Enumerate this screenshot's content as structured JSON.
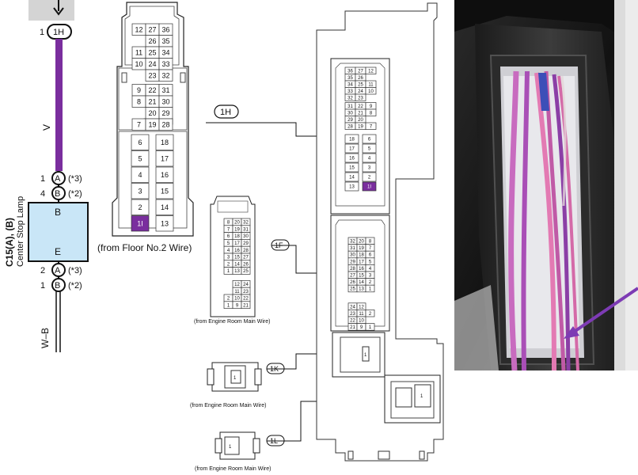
{
  "schematic": {
    "top_pin": "1",
    "top_connector": "1H",
    "wire_color_upper": "V",
    "pin_a_upper": "1",
    "conn_a": "A",
    "note_3": "(*3)",
    "pin_b_upper": "4",
    "conn_b": "B",
    "note_2": "(*2)",
    "lamp_terminal_top": "B",
    "lamp_terminal_bottom": "E",
    "lamp_id": "C15(A), (B)",
    "lamp_name": "Center Stop Lamp",
    "pin_a_lower": "2",
    "pin_b_lower": "1",
    "wire_color_lower": "W–B",
    "wire_color_upper_hex": "#7a2e9e",
    "lamp_fill_hex": "#c9e6f7"
  },
  "connector_1h": {
    "cavities_top": [
      [
        "12",
        "27",
        "36"
      ],
      [
        "",
        "26",
        "35"
      ],
      [
        "11",
        "25",
        "34"
      ],
      [
        "10",
        "24",
        "33"
      ],
      [
        "",
        "23",
        "32"
      ],
      [
        "9",
        "22",
        "31"
      ],
      [
        "8",
        "21",
        "30"
      ],
      [
        "",
        "20",
        "29"
      ],
      [
        "7",
        "19",
        "28"
      ]
    ],
    "cavities_bottom": [
      [
        "6",
        "18"
      ],
      [
        "5",
        "17"
      ],
      [
        "4",
        "16"
      ],
      [
        "3",
        "15"
      ],
      [
        "2",
        "14"
      ],
      [
        "1I",
        "13"
      ]
    ],
    "source": "(from Floor No.2 Wire)"
  },
  "labels": {
    "callout_1h": "1H",
    "callout_1f": "1F",
    "callout_1k": "1K",
    "callout_1l": "1L",
    "from_engine_room": "(from Engine Room Main Wire)"
  },
  "block_1h_small": {
    "top": [
      [
        "36",
        "27",
        "12"
      ],
      [
        "35",
        "26",
        ""
      ],
      [
        "34",
        "25",
        "11"
      ],
      [
        "33",
        "24",
        "10"
      ],
      [
        "32",
        "23",
        ""
      ],
      [
        "31",
        "22",
        "9"
      ],
      [
        "30",
        "21",
        "8"
      ],
      [
        "29",
        "20",
        ""
      ],
      [
        "28",
        "19",
        "7"
      ]
    ],
    "bottom": [
      [
        "18",
        "6"
      ],
      [
        "17",
        "5"
      ],
      [
        "16",
        "4"
      ],
      [
        "15",
        "3"
      ],
      [
        "14",
        "2"
      ],
      [
        "13",
        "1I"
      ]
    ]
  },
  "connector_1f_left": [
    [
      "8",
      "20",
      "32"
    ],
    [
      "7",
      "19",
      "31"
    ],
    [
      "6",
      "18",
      "30"
    ],
    [
      "5",
      "17",
      "29"
    ],
    [
      "4",
      "16",
      "28"
    ],
    [
      "3",
      "15",
      "27"
    ],
    [
      "2",
      "14",
      "26"
    ],
    [
      "1",
      "13",
      "25"
    ],
    [
      "",
      "12",
      "24"
    ],
    [
      "",
      "11",
      "23"
    ],
    [
      "2",
      "10",
      "22"
    ],
    [
      "1",
      "9",
      "21"
    ]
  ],
  "connector_1f_right": [
    [
      "32",
      "20",
      "8"
    ],
    [
      "31",
      "19",
      "7"
    ],
    [
      "30",
      "18",
      "6"
    ],
    [
      "29",
      "17",
      "5"
    ],
    [
      "28",
      "16",
      "4"
    ],
    [
      "27",
      "15",
      "3"
    ],
    [
      "26",
      "14",
      "2"
    ],
    [
      "25",
      "13",
      "1"
    ],
    [
      "24",
      "12",
      ""
    ],
    [
      "23",
      "11",
      "2"
    ],
    [
      "22",
      "10",
      ""
    ],
    [
      "21",
      "9",
      "1"
    ]
  ],
  "connector_1k_pin": "1",
  "connector_1l_pin": "1",
  "junction_1k_pin": "1",
  "junction_1l_pin": "1",
  "photo": {
    "alt": "photo of connector with pink and purple wires and a purple arrow"
  }
}
